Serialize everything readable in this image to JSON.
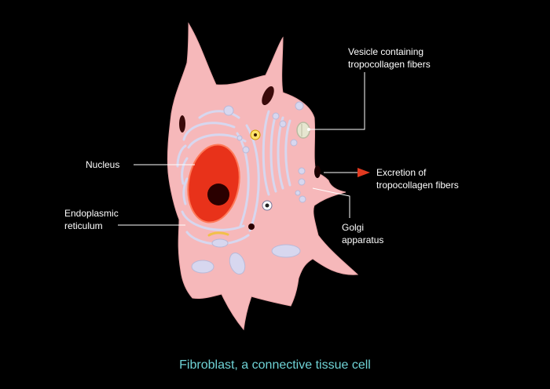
{
  "caption": "Fibroblast, a connective tissue cell",
  "labels": {
    "vesicle": [
      "Vesicle containing",
      "tropocollagen fibers"
    ],
    "nucleus": "Nucleus",
    "er": [
      "Endoplasmic",
      "reticulum"
    ],
    "excretion": [
      "Excretion of",
      "tropocollagen fibers"
    ],
    "golgi": [
      "Golgi",
      "apparatus"
    ]
  },
  "colors": {
    "background": "#000000",
    "cell": "#f6b8ba",
    "nucleus": "#e8321a",
    "nucleolus": "#2a0000",
    "organelle": "#d7d7ef",
    "caption": "#6fd3d6",
    "arrow": "#e23a20"
  }
}
